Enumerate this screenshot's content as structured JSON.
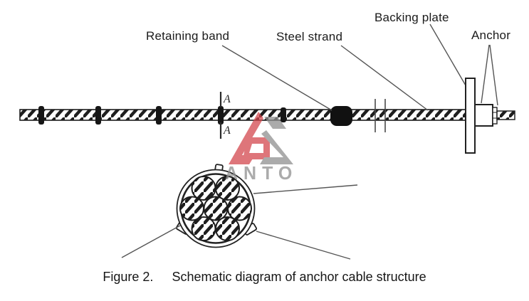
{
  "figure": {
    "caption": {
      "label": "Figure 2.",
      "text": "Schematic diagram of anchor cable structure"
    },
    "labels": {
      "retaining_band": "Retaining band",
      "steel_strand": "Steel strand",
      "backing_plate": "Backing plate",
      "anchor": "Anchor"
    },
    "section_marker": {
      "top": "A",
      "bottom": "A"
    },
    "cross_section": {
      "strand_count": 7
    },
    "watermark": {
      "text": "ANTO",
      "red": "#d4484e",
      "gray": "#8f8f8f"
    },
    "colors": {
      "ink": "#1d1d1d",
      "leader": "#555555",
      "background": "#ffffff"
    }
  }
}
